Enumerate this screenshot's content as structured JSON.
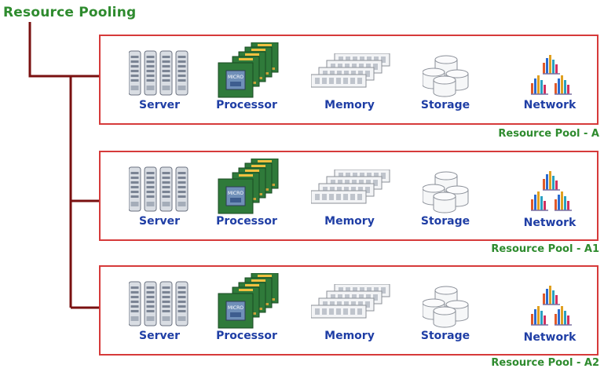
{
  "title": "Resource Pooling",
  "resource_labels": {
    "server": "Server",
    "processor": "Processor",
    "memory": "Memory",
    "storage": "Storage",
    "network": "Network"
  },
  "chip_text": "MICRO",
  "pools": [
    {
      "name": "Resource Pool - A"
    },
    {
      "name": "Resource Pool - A1"
    },
    {
      "name": "Resource Pool - A2"
    }
  ],
  "colors": {
    "title": "#2e8b2e",
    "pool_border": "#d63a3a",
    "connector": "#7a1010",
    "resource_label": "#1f3ea5"
  },
  "icons": [
    "server-rack-icon",
    "processor-chip-icon",
    "memory-module-icon",
    "storage-disk-icon",
    "network-bars-icon"
  ]
}
